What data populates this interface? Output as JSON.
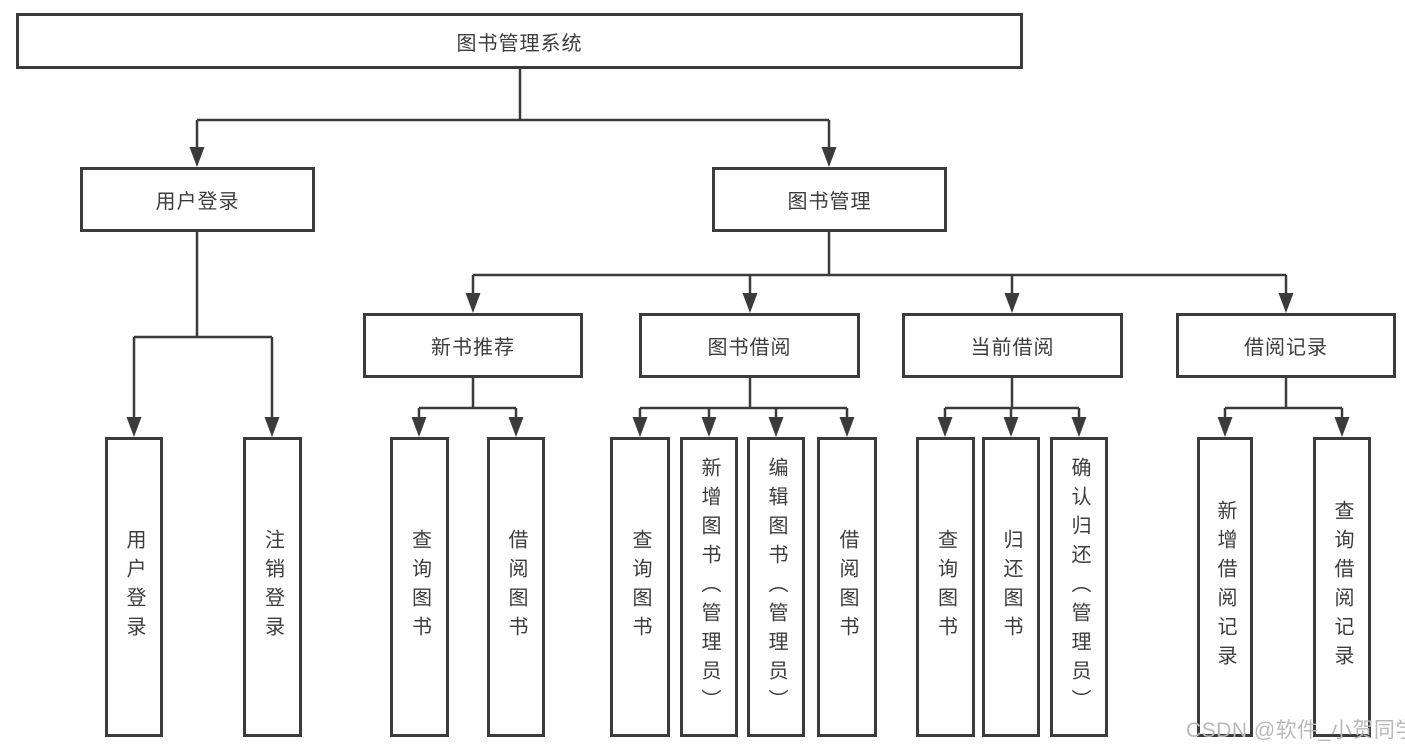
{
  "tree": {
    "root_label": "图书管理系统",
    "branches": [
      {
        "label": "用户登录",
        "leaves": [
          "用户登录",
          "注销登录"
        ]
      },
      {
        "label": "图书管理",
        "sections": [
          {
            "label": "新书推荐",
            "leaves": [
              "查询图书",
              "借阅图书"
            ]
          },
          {
            "label": "图书借阅",
            "leaves": [
              "查询图书",
              "新增图书（管理员）",
              "编辑图书（管理员）",
              "借阅图书"
            ]
          },
          {
            "label": "当前借阅",
            "leaves": [
              "查询图书",
              "归还图书",
              "确认归还（管理员）"
            ]
          },
          {
            "label": "借阅记录",
            "leaves": [
              "新增借阅记录",
              "查询借阅记录"
            ]
          }
        ]
      }
    ]
  },
  "watermark": {
    "text": "CSDN @软件_小贺同学"
  },
  "colors": {
    "line": "#3b3b3b",
    "box_border": "#3b3b3b",
    "text": "#3d3d3d",
    "watermark": "#b9b9b9",
    "background": "#ffffff"
  }
}
